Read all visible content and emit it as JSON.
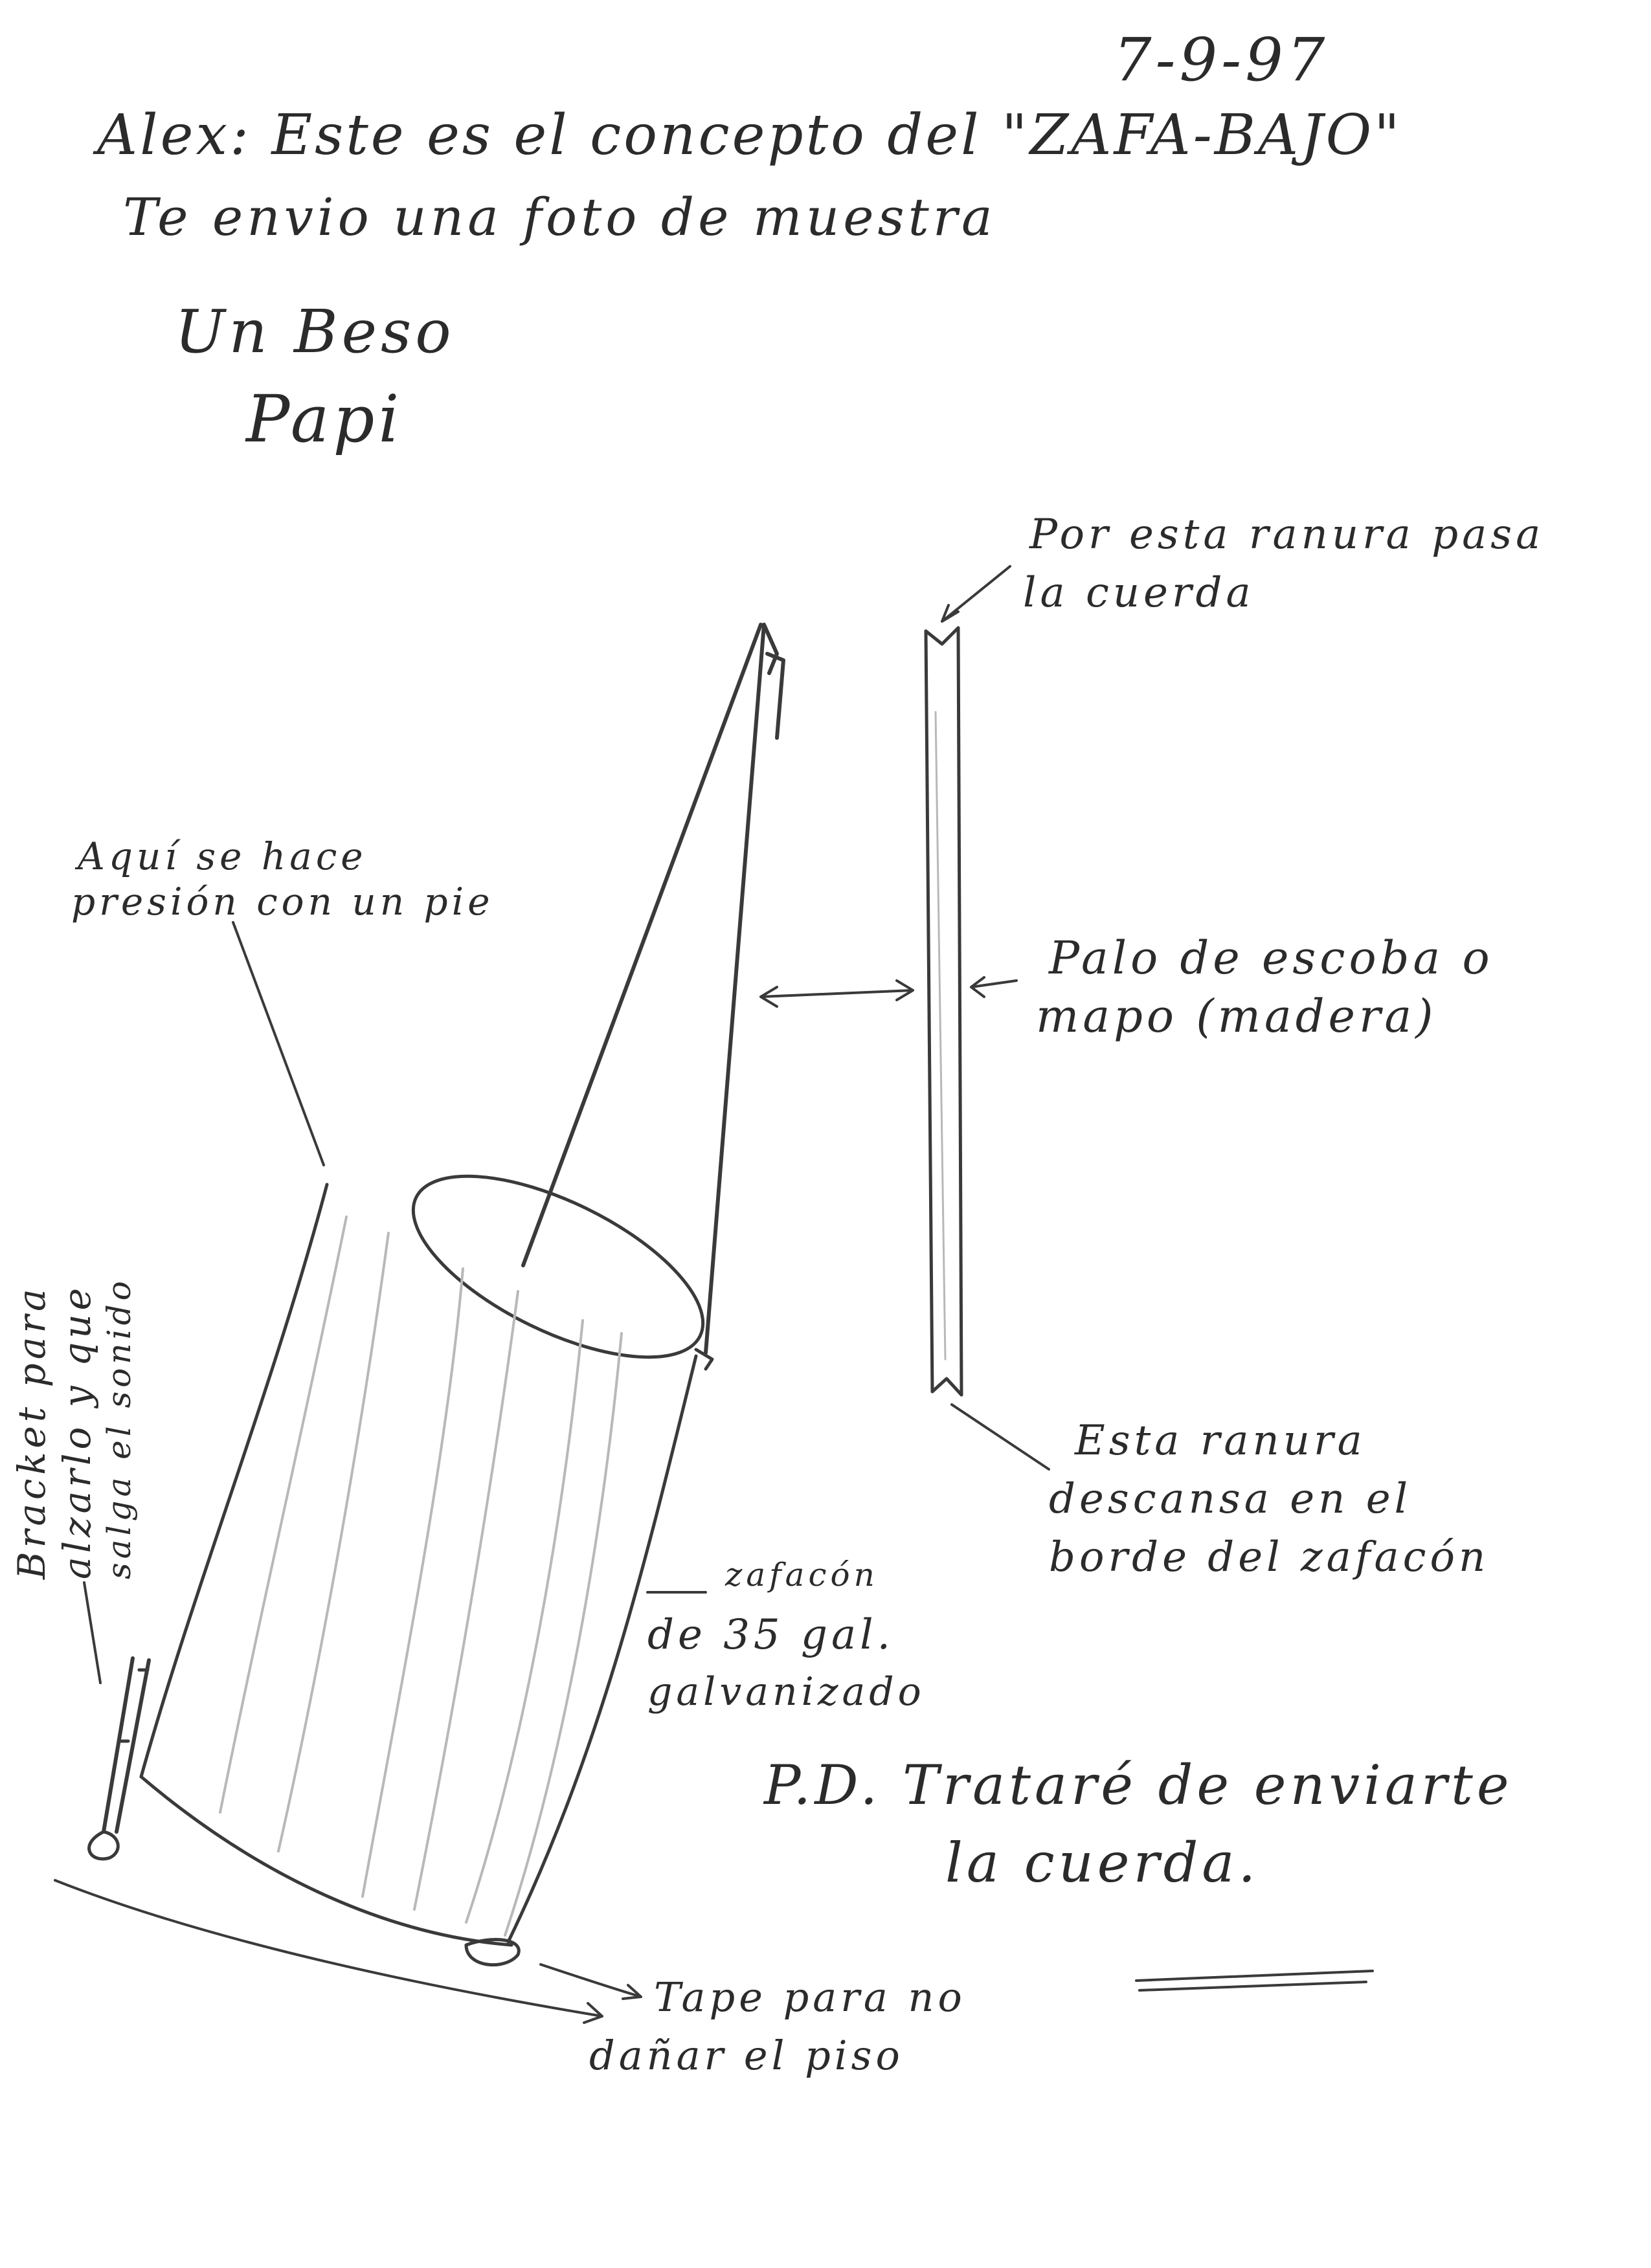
{
  "note": {
    "date": "7-9-97",
    "greeting_line1": "Alex: Este es el concepto del \"ZAFA-BAJO\"",
    "greeting_line2": "Te envio una foto de muestra",
    "closing_line1": "Un Beso",
    "closing_line2": "Papi",
    "postscript_line1": "P.D. Trataré de enviarte",
    "postscript_line2": "la cuerda."
  },
  "labels": {
    "slot_top_line1": "Por esta ranura pasa",
    "slot_top_line2": "la cuerda",
    "foot_press_line1": "Aquí se hace",
    "foot_press_line2": "presión con un pie",
    "stick_line1": "Palo de escoba o",
    "stick_line2": "mapo (madera)",
    "slot_bottom_line1": "Esta ranura",
    "slot_bottom_line2": "descansa en el",
    "slot_bottom_line3": "borde del zafacón",
    "bin_line1": "zafacón",
    "bin_line2": "de 35 gal.",
    "bin_line3": "galvanizado",
    "bracket_line1": "Bracket para",
    "bracket_line2": "alzarlo y que",
    "bracket_line3": "salga el sonido",
    "tape_line1": "Tape para no",
    "tape_line2": "dañar el piso"
  },
  "colors": {
    "pencil": "#3a3a3a",
    "paper": "#ffffff"
  }
}
